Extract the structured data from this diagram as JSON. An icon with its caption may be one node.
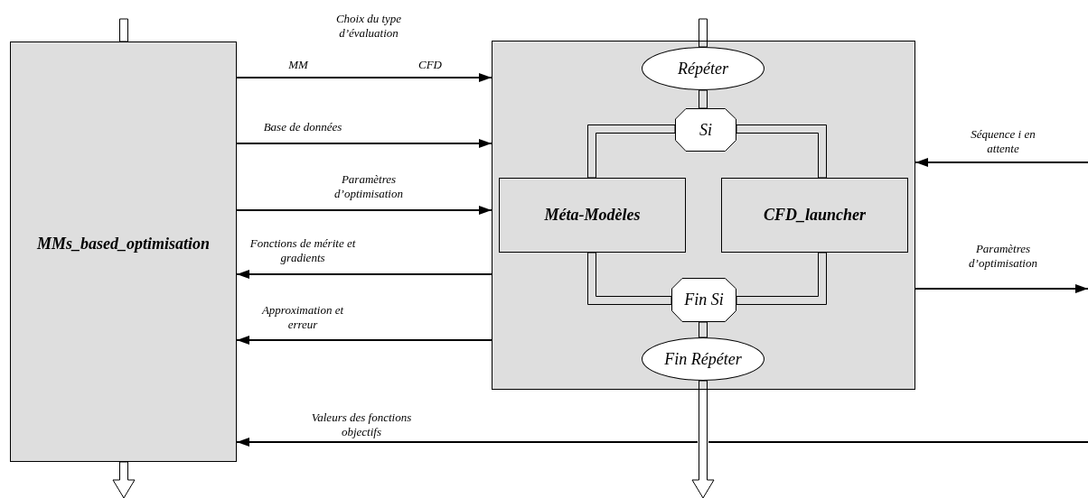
{
  "diagram": {
    "nodes": [
      {
        "text": [
          "MMs_based_optimisation"
        ]
      },
      {
        "text": [],
        "shape": "box"
      },
      {
        "text": [
          "Répéter"
        ],
        "in": 1
      },
      {
        "text": [
          "Si"
        ],
        "in": 1
      },
      {
        "text": [
          "Méta-Modèles"
        ],
        "in": 1
      },
      {
        "text": [
          "CFD_launcher"
        ],
        "in": 1
      },
      {
        "text": [
          "Fin Si"
        ],
        "in": 1
      },
      {
        "text": [
          "Fin Répéter"
        ],
        "in": 1
      }
    ],
    "edges": [
      {
        "from": 0,
        "to": 1,
        "arrow": "to",
        "label": "Choix du type d’évaluation"
      },
      {
        "from": 0,
        "to": 1,
        "arrow": "to",
        "label": "Base de données"
      },
      {
        "from": 0,
        "to": 1,
        "arrow": "to",
        "label": "Paramètres d’optimisation"
      },
      {
        "from": 1,
        "to": 0,
        "arrow": "to",
        "label": "Fonctions de mérite et gradients"
      },
      {
        "from": 1,
        "to": 0,
        "arrow": "to",
        "label": "Approximation et erreur"
      },
      {
        "from": null,
        "to": 0,
        "arrow": "to",
        "label": "Valeurs des fonctions objectifs"
      },
      {
        "from": null,
        "to": 1,
        "arrow": "to",
        "label": "Séquence i en attente"
      },
      {
        "from": 1,
        "to": null,
        "arrow": "to",
        "label": "Paramètres d’optimisation"
      },
      {
        "from": null,
        "to": 0,
        "arrow": "none",
        "style": "thick"
      },
      {
        "from": 0,
        "to": null,
        "arrow": "to",
        "style": "thick"
      },
      {
        "from": null,
        "to": 2,
        "arrow": "none",
        "style": "thick"
      },
      {
        "from": 2,
        "to": 3,
        "arrow": "none",
        "style": "thick"
      },
      {
        "from": 3,
        "to": 4,
        "arrow": "none",
        "style": "thick"
      },
      {
        "from": 3,
        "to": 5,
        "arrow": "none",
        "style": "thick"
      },
      {
        "from": 4,
        "to": 6,
        "arrow": "none",
        "style": "thick"
      },
      {
        "from": 5,
        "to": 6,
        "arrow": "none",
        "style": "thick"
      },
      {
        "from": 6,
        "to": 7,
        "arrow": "none",
        "style": "thick"
      },
      {
        "from": 7,
        "to": null,
        "arrow": "to",
        "style": "thick"
      }
    ],
    "labels": [
      "MM",
      "CFD"
    ]
  }
}
